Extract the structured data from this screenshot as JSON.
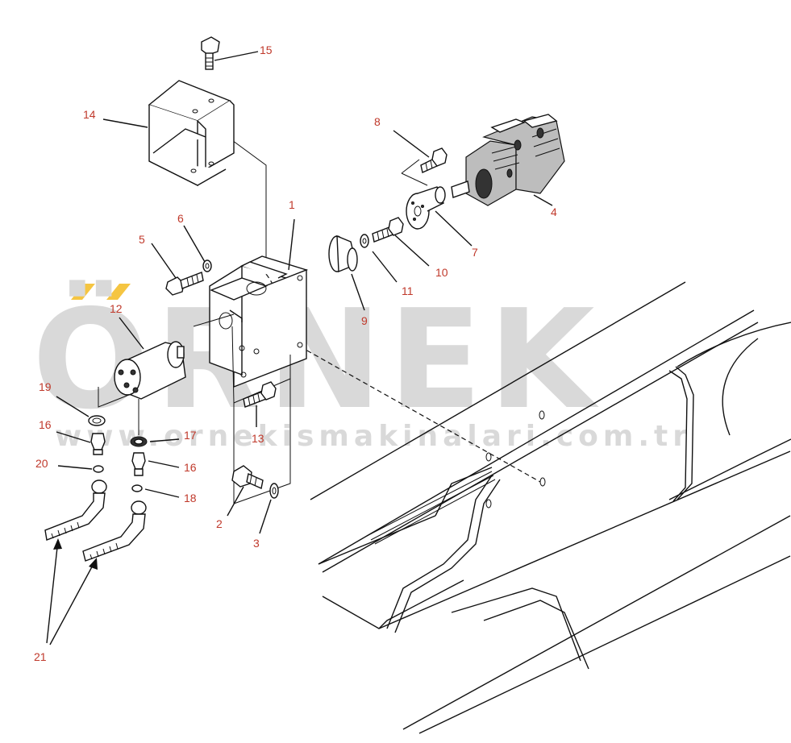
{
  "watermark": {
    "brand": "ÖRNEK",
    "url": "www.ornekismakinalari.com.tr"
  },
  "callouts": [
    {
      "id": "c1",
      "text": "1"
    },
    {
      "id": "c2",
      "text": "2"
    },
    {
      "id": "c3",
      "text": "3"
    },
    {
      "id": "c4",
      "text": "4"
    },
    {
      "id": "c5",
      "text": "5"
    },
    {
      "id": "c6",
      "text": "6"
    },
    {
      "id": "c7",
      "text": "7"
    },
    {
      "id": "c8",
      "text": "8"
    },
    {
      "id": "c9",
      "text": "9"
    },
    {
      "id": "c10",
      "text": "10"
    },
    {
      "id": "c11",
      "text": "11"
    },
    {
      "id": "c12",
      "text": "12"
    },
    {
      "id": "c13",
      "text": "13"
    },
    {
      "id": "c14",
      "text": "14"
    },
    {
      "id": "c15",
      "text": "15"
    },
    {
      "id": "c16a",
      "text": "16"
    },
    {
      "id": "c16b",
      "text": "16"
    },
    {
      "id": "c17",
      "text": "17"
    },
    {
      "id": "c18",
      "text": "18"
    },
    {
      "id": "c19",
      "text": "19"
    },
    {
      "id": "c20",
      "text": "20"
    },
    {
      "id": "c21",
      "text": "21"
    }
  ],
  "colors": {
    "callout_text": "#c0392b",
    "watermark": "#d9d9d9",
    "watermark_accent": "#f5c542",
    "line": "#111111"
  }
}
